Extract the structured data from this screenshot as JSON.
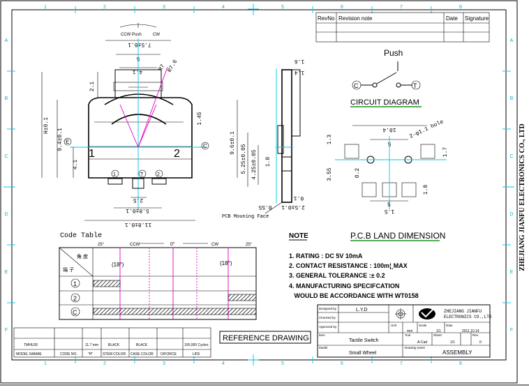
{
  "sheet": {
    "grid_numbers_top": [
      "1",
      "2",
      "3",
      "4",
      "5",
      "6",
      "7",
      "8"
    ],
    "grid_letters_side": [
      "A",
      "B",
      "C",
      "D",
      "E",
      "F"
    ],
    "company_vertical": "ZHEJIANG JIANFU ELECTRONICS CO., LTD"
  },
  "revision_table": {
    "headers": [
      "RevNo",
      "Revision note",
      "Date",
      "Signature"
    ]
  },
  "mechanical": {
    "top_label_ccw": "CCW",
    "top_label_push": "Push",
    "top_label_cw": "CW",
    "dim_top": "7.5±0.1",
    "dim_5": "5",
    "dim_4_1": "4.1",
    "dim_r7": "R7",
    "dim_r7_6": "R7.6",
    "dim_2_1": "2.1",
    "dim_1_45": "1.45",
    "dim_height": "H±0.1",
    "dim_9_4": "9.4±0.1",
    "dim_4_1_side": "4.1",
    "dim_5_8": "5.8±0.1",
    "dim_2_5": "2.5",
    "dim_11_8": "11.8±0.1",
    "label_e": "E",
    "label_c": "C",
    "label_1": "1",
    "label_2": "2",
    "pin_1": "1",
    "pin_t": "T",
    "pin_2": "2"
  },
  "side_view": {
    "dim_9_6": "9.6±0.1",
    "dim_5_25": "5.25±0.05",
    "dim_4_25": "4.25±0.05",
    "dim_1_0": "1.0",
    "dim_1_6": "1.6",
    "dim_1_4": "1.4",
    "dim_0_55": "0.55",
    "dim_0_1": "0.1",
    "dim_2_5": "2.5±0.1",
    "pcb_label": "PCB Mouning Face"
  },
  "circuit": {
    "push_label": "Push",
    "title": "CIRCUIT DIAGRAM",
    "left_terminal": "C",
    "right_terminal": "T"
  },
  "pcb_land": {
    "dim_10_4": "10.4",
    "dim_5_top": "5",
    "hole_note": "2-φ1.1 hole",
    "dim_1_3": "1.3",
    "dim_1_7": "1.7",
    "dim_3_55": "3.55",
    "dim_0_2": "0.2",
    "dim_5_bottom": "5",
    "dim_1_5": "1.5",
    "dim_1_8": "1.8",
    "title": "P.C.B LAND DIMENSION"
  },
  "code_table": {
    "title": "Code Table",
    "angle_left": "25°",
    "ccw": "CCW",
    "zero": "0°",
    "cw": "CW",
    "angle_right": "25°",
    "header_angle": "角 度",
    "header_terminal": "端 子",
    "mark_left": "(18°)",
    "mark_right": "(18°)",
    "rows": [
      "1",
      "2",
      "C"
    ]
  },
  "notes": {
    "title": "NOTE",
    "items": [
      "1. RATING : DC  5V  10mA",
      "2. CONTACT RESISTANCE : 100m¦¸MAX",
      "3. GENERAL TOLERANCE :± 0.2",
      "4. MANUFACTURING SPECIFCATION",
      "   WOULD BE ACCORDANCE WITH WT0158"
    ]
  },
  "reference": "REFERENCE DRAWING",
  "spec_table": {
    "values": [
      "TMHU26",
      "",
      "11.7 mm",
      "BLACK",
      "BLACK",
      "",
      "100,000 Cycles"
    ],
    "labels": [
      "MODEL NAMAE",
      "CODE NO.",
      "\"H\"",
      "STEM COLOR",
      "CASE COLOR",
      "O/FORCE",
      "LIFE"
    ]
  },
  "title_block": {
    "designed_by_label": "Designed by",
    "designed_by": "L.Y.D",
    "checked_by_label": "Checked by",
    "approved_by_label": "Approved by",
    "company_cn": "ZHEJIANG JIANFU",
    "company_en": "ELECTRONICS CO.,LTD",
    "unit_label": "Unit",
    "unit": "mm",
    "scale_label": "Scale",
    "scale": "1/1",
    "date_label": "Date",
    "date": "2011.10.14",
    "item_label": "Item",
    "item": "Tactile Switch",
    "tool_label": "Tool",
    "tool": "A-Cad",
    "sheet_label": "Sheet",
    "sheet": "1/1",
    "rev_label": "Rev.",
    "rev": "0",
    "model_label": "Model",
    "model": "Small Wheel",
    "drawing_name_label": "Drawing name",
    "drawing_name": "ASSEMBLY"
  }
}
